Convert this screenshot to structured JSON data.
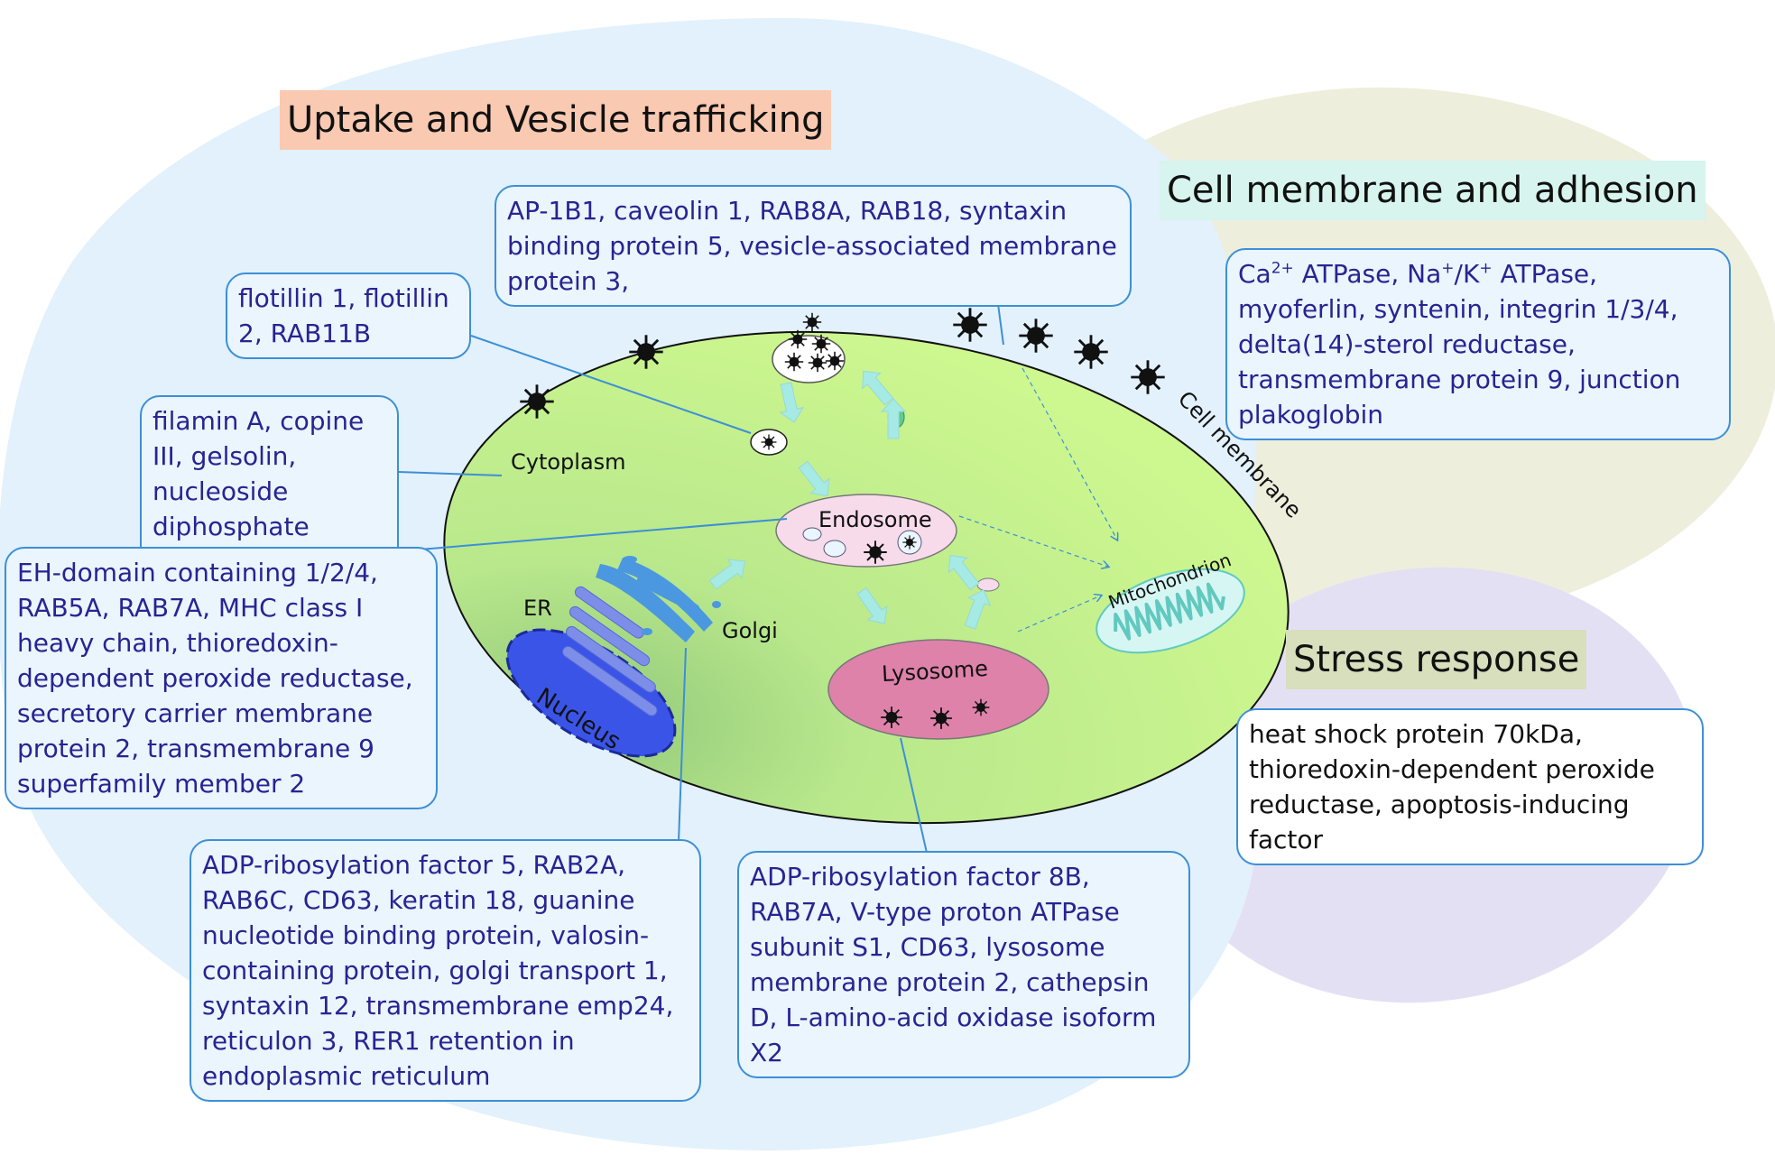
{
  "titles": {
    "uptake": "Uptake and Vesicle trafficking",
    "membrane": "Cell membrane and adhesion",
    "stress": "Stress response"
  },
  "boxes": {
    "vesicle": "AP-1B1, caveolin 1, RAB8A, RAB18, syntaxin binding protein 5, vesicle-associated membrane protein 3,",
    "flotillin": "flotillin 1, flotillin 2, RAB11B",
    "filamin": "filamin A, copine III, gelsolin, nucleoside diphosphate kinase",
    "endosome": "EH-domain containing 1/2/4, RAB5A, RAB7A, MHC class I heavy chain, thioredoxin-dependent peroxide reductase, secretory carrier membrane protein 2, transmembrane 9 superfamily member 2",
    "golgi": "ADP-ribosylation factor 5, RAB2A, RAB6C, CD63, keratin 18, guanine nucleotide binding protein, valosin-containing protein, golgi transport 1, syntaxin 12, transmembrane emp24, reticulon 3, RER1 retention in endoplasmic reticulum",
    "lysosome": "ADP-ribosylation factor 8B, RAB7A, V-type proton ATPase subunit S1, CD63, lysosome membrane protein 2, cathepsin D, L-amino-acid oxidase isoform X2",
    "membrane": {
      "ca": "Ca",
      "ca_sup": "2+",
      "atpase1": " ATPase, Na",
      "na_sup": "+",
      "slash_k": "/K",
      "k_sup": "+",
      "rest": " ATPase, myoferlin, syntenin, integrin 1/3/4, delta(14)-sterol reductase, transmembrane protein 9, junction plakoglobin"
    },
    "stress": "heat shock protein 70kDa, thioredoxin-dependent peroxide reductase, apoptosis-inducing factor"
  },
  "labels": {
    "cytoplasm": "Cytoplasm",
    "endosome": "Endosome",
    "er": "ER",
    "golgi": "Golgi",
    "lysosome": "Lysosome",
    "nucleus": "Nucleus",
    "mitochondrion": "Mitochondrion",
    "cell_membrane": "Cell membrane"
  },
  "colors": {
    "uptake_region": "#e2f1fb",
    "membrane_region": "#eeeedd",
    "stress_region": "#e4e0f4",
    "cell": "#cbf58f",
    "connector": "#3d8fd7",
    "arrow": "#a5eae4",
    "nucleus": "#3b54e8",
    "lysosome": "#de82aa",
    "endosome": "#f7dbeb"
  }
}
